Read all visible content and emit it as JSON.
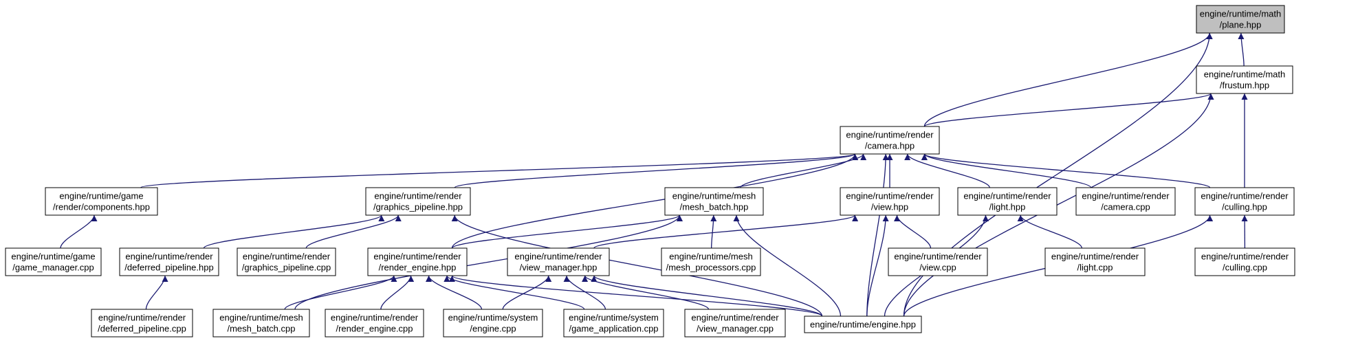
{
  "colors": {
    "edge": "#191970",
    "root_fill": "#bfbfbf",
    "node_fill": "#ffffff",
    "node_stroke": "#000000"
  },
  "nodes": [
    {
      "id": "plane",
      "lines": [
        "engine/runtime/math",
        "/plane.hpp"
      ],
      "root": true
    },
    {
      "id": "frustum",
      "lines": [
        "engine/runtime/math",
        "/frustum.hpp"
      ]
    },
    {
      "id": "camera_hpp",
      "lines": [
        "engine/runtime/render",
        "/camera.hpp"
      ]
    },
    {
      "id": "components",
      "lines": [
        "engine/runtime/game",
        "/render/components.hpp"
      ]
    },
    {
      "id": "graphics_pipeline_hpp",
      "lines": [
        "engine/runtime/render",
        "/graphics_pipeline.hpp"
      ]
    },
    {
      "id": "mesh_batch_hpp",
      "lines": [
        "engine/runtime/mesh",
        "/mesh_batch.hpp"
      ]
    },
    {
      "id": "view_hpp",
      "lines": [
        "engine/runtime/render",
        "/view.hpp"
      ]
    },
    {
      "id": "light_hpp",
      "lines": [
        "engine/runtime/render",
        "/light.hpp"
      ]
    },
    {
      "id": "camera_cpp",
      "lines": [
        "engine/runtime/render",
        "/camera.cpp"
      ]
    },
    {
      "id": "culling_hpp",
      "lines": [
        "engine/runtime/render",
        "/culling.hpp"
      ]
    },
    {
      "id": "game_manager",
      "lines": [
        "engine/runtime/game",
        "/game_manager.cpp"
      ]
    },
    {
      "id": "deferred_pipeline_hpp",
      "lines": [
        "engine/runtime/render",
        "/deferred_pipeline.hpp"
      ]
    },
    {
      "id": "graphics_pipeline_cpp",
      "lines": [
        "engine/runtime/render",
        "/graphics_pipeline.cpp"
      ]
    },
    {
      "id": "render_engine_hpp",
      "lines": [
        "engine/runtime/render",
        "/render_engine.hpp"
      ]
    },
    {
      "id": "view_manager_hpp",
      "lines": [
        "engine/runtime/render",
        "/view_manager.hpp"
      ]
    },
    {
      "id": "mesh_processors",
      "lines": [
        "engine/runtime/mesh",
        "/mesh_processors.cpp"
      ]
    },
    {
      "id": "view_cpp",
      "lines": [
        "engine/runtime/render",
        "/view.cpp"
      ]
    },
    {
      "id": "light_cpp",
      "lines": [
        "engine/runtime/render",
        "/light.cpp"
      ]
    },
    {
      "id": "culling_cpp",
      "lines": [
        "engine/runtime/render",
        "/culling.cpp"
      ]
    },
    {
      "id": "deferred_pipeline_cpp",
      "lines": [
        "engine/runtime/render",
        "/deferred_pipeline.cpp"
      ]
    },
    {
      "id": "mesh_batch_cpp",
      "lines": [
        "engine/runtime/mesh",
        "/mesh_batch.cpp"
      ]
    },
    {
      "id": "render_engine_cpp",
      "lines": [
        "engine/runtime/render",
        "/render_engine.cpp"
      ]
    },
    {
      "id": "engine_cpp",
      "lines": [
        "engine/runtime/system",
        "/engine.cpp"
      ]
    },
    {
      "id": "game_application",
      "lines": [
        "engine/runtime/system",
        "/game_application.cpp"
      ]
    },
    {
      "id": "view_manager_cpp",
      "lines": [
        "engine/runtime/render",
        "/view_manager.cpp"
      ]
    },
    {
      "id": "engine_hpp",
      "lines": [
        "engine/runtime/engine.hpp"
      ]
    }
  ],
  "edges": [
    {
      "from": "frustum",
      "to": "plane"
    },
    {
      "from": "camera_hpp",
      "to": "plane"
    },
    {
      "from": "engine_hpp",
      "to": "plane"
    },
    {
      "from": "camera_hpp",
      "to": "frustum"
    },
    {
      "from": "culling_hpp",
      "to": "frustum"
    },
    {
      "from": "engine_hpp",
      "to": "frustum"
    },
    {
      "from": "components",
      "to": "camera_hpp"
    },
    {
      "from": "graphics_pipeline_hpp",
      "to": "camera_hpp"
    },
    {
      "from": "mesh_batch_hpp",
      "to": "camera_hpp"
    },
    {
      "from": "render_engine_hpp",
      "to": "camera_hpp"
    },
    {
      "from": "engine_hpp",
      "to": "camera_hpp"
    },
    {
      "from": "view_hpp",
      "to": "camera_hpp"
    },
    {
      "from": "light_hpp",
      "to": "camera_hpp"
    },
    {
      "from": "camera_cpp",
      "to": "camera_hpp"
    },
    {
      "from": "culling_hpp",
      "to": "camera_hpp"
    },
    {
      "from": "game_manager",
      "to": "components"
    },
    {
      "from": "deferred_pipeline_hpp",
      "to": "graphics_pipeline_hpp"
    },
    {
      "from": "graphics_pipeline_cpp",
      "to": "graphics_pipeline_hpp"
    },
    {
      "from": "engine_hpp",
      "to": "graphics_pipeline_hpp"
    },
    {
      "from": "mesh_batch_cpp",
      "to": "mesh_batch_hpp"
    },
    {
      "from": "render_engine_hpp",
      "to": "mesh_batch_hpp"
    },
    {
      "from": "mesh_processors",
      "to": "mesh_batch_hpp"
    },
    {
      "from": "engine_hpp",
      "to": "mesh_batch_hpp"
    },
    {
      "from": "view_manager_hpp",
      "to": "view_hpp"
    },
    {
      "from": "view_cpp",
      "to": "view_hpp"
    },
    {
      "from": "engine_hpp",
      "to": "view_hpp"
    },
    {
      "from": "light_cpp",
      "to": "light_hpp"
    },
    {
      "from": "engine_hpp",
      "to": "light_hpp"
    },
    {
      "from": "culling_cpp",
      "to": "culling_hpp"
    },
    {
      "from": "engine_hpp",
      "to": "culling_hpp"
    },
    {
      "from": "deferred_pipeline_cpp",
      "to": "deferred_pipeline_hpp"
    },
    {
      "from": "mesh_batch_cpp",
      "to": "render_engine_hpp"
    },
    {
      "from": "render_engine_cpp",
      "to": "render_engine_hpp"
    },
    {
      "from": "engine_cpp",
      "to": "render_engine_hpp"
    },
    {
      "from": "game_application",
      "to": "render_engine_hpp"
    },
    {
      "from": "engine_hpp",
      "to": "render_engine_hpp"
    },
    {
      "from": "engine_cpp",
      "to": "view_manager_hpp"
    },
    {
      "from": "game_application",
      "to": "view_manager_hpp"
    },
    {
      "from": "view_manager_cpp",
      "to": "view_manager_hpp"
    },
    {
      "from": "engine_hpp",
      "to": "view_manager_hpp"
    }
  ]
}
